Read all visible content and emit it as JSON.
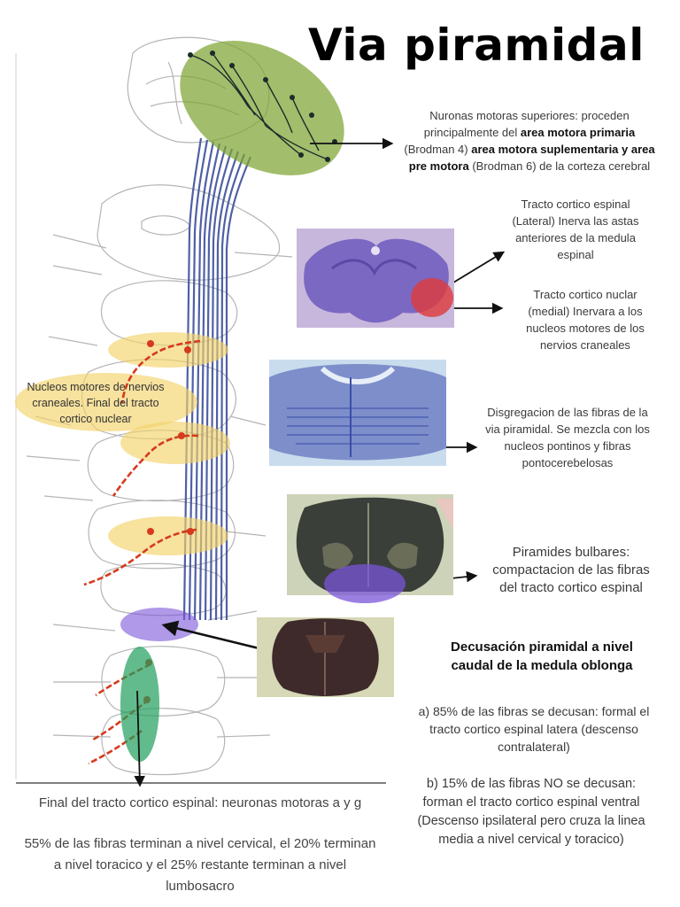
{
  "title": "Via piramidal",
  "labels": {
    "upper_neurons": {
      "pre": "Nuronas motoras superiores: proceden principalmente del ",
      "b1": "area motora primaria",
      "mid1": " (Brodman 4) ",
      "b2": "area motora suplementaria y area pre motora",
      "post": " (Brodman 6) de la corteza cerebral"
    },
    "lateral_tract": "Tracto cortico espinal (Lateral) Inerva las astas anteriores de la medula espinal",
    "nuclear_tract": "Tracto cortico nuclar (medial) Inervara a los nucleos motores de los nervios craneales",
    "disgregation": "Disgregacion de las fibras de la via piramidal. Se mezcla con los nucleos pontinos y fibras pontocerebelosas",
    "pyramids": "Piramides bulbares: compactacion de las fibras del tracto cortico espinal",
    "cranial_nuclei": "Nucleos motores de nervios craneales. Final del tracto cortico nuclear"
  },
  "decussation": {
    "title": "Decusación piramidal a nivel caudal de la medula oblonga",
    "a": "a) 85% de las fibras se decusan: formal el tracto cortico espinal latera (descenso contralateral)",
    "b": "b) 15% de las fibras NO se decusan: forman el tracto cortico espinal ventral (Descenso ipsilateral pero cruza la linea media a nivel cervical y toracico)"
  },
  "footer": {
    "line1": "Final del tracto cortico espinal: neuronas motoras a y g",
    "line2": "55% de las fibras terminan a nivel cervical, el 20% terminan a nivel toracico y el 25% restante terminan a nivel lumbosacro"
  },
  "colors": {
    "cortex_green": "#7ea533",
    "nuclei_yellow": "#f3d26a",
    "tract_blue": "#3c4f9c",
    "red_fibers": "#d6391d",
    "violet": "#7a55d8",
    "spinal_green": "#1f9e5b"
  }
}
